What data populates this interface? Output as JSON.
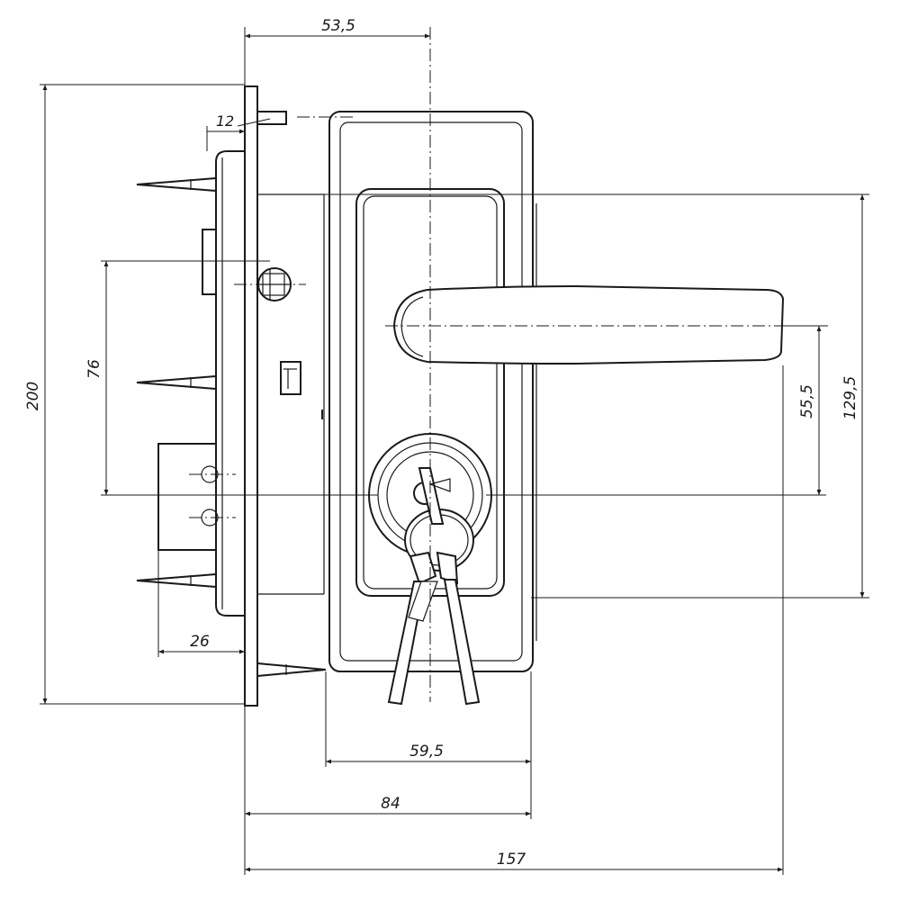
{
  "dimensions": {
    "top_width": "53,5",
    "pin": "12",
    "height_total": "200",
    "spacing": "76",
    "handle_key": "55,5",
    "plate_height": "129,5",
    "backset": "26",
    "plate_width": "59,5",
    "body_width": "84",
    "overall_width": "157"
  }
}
